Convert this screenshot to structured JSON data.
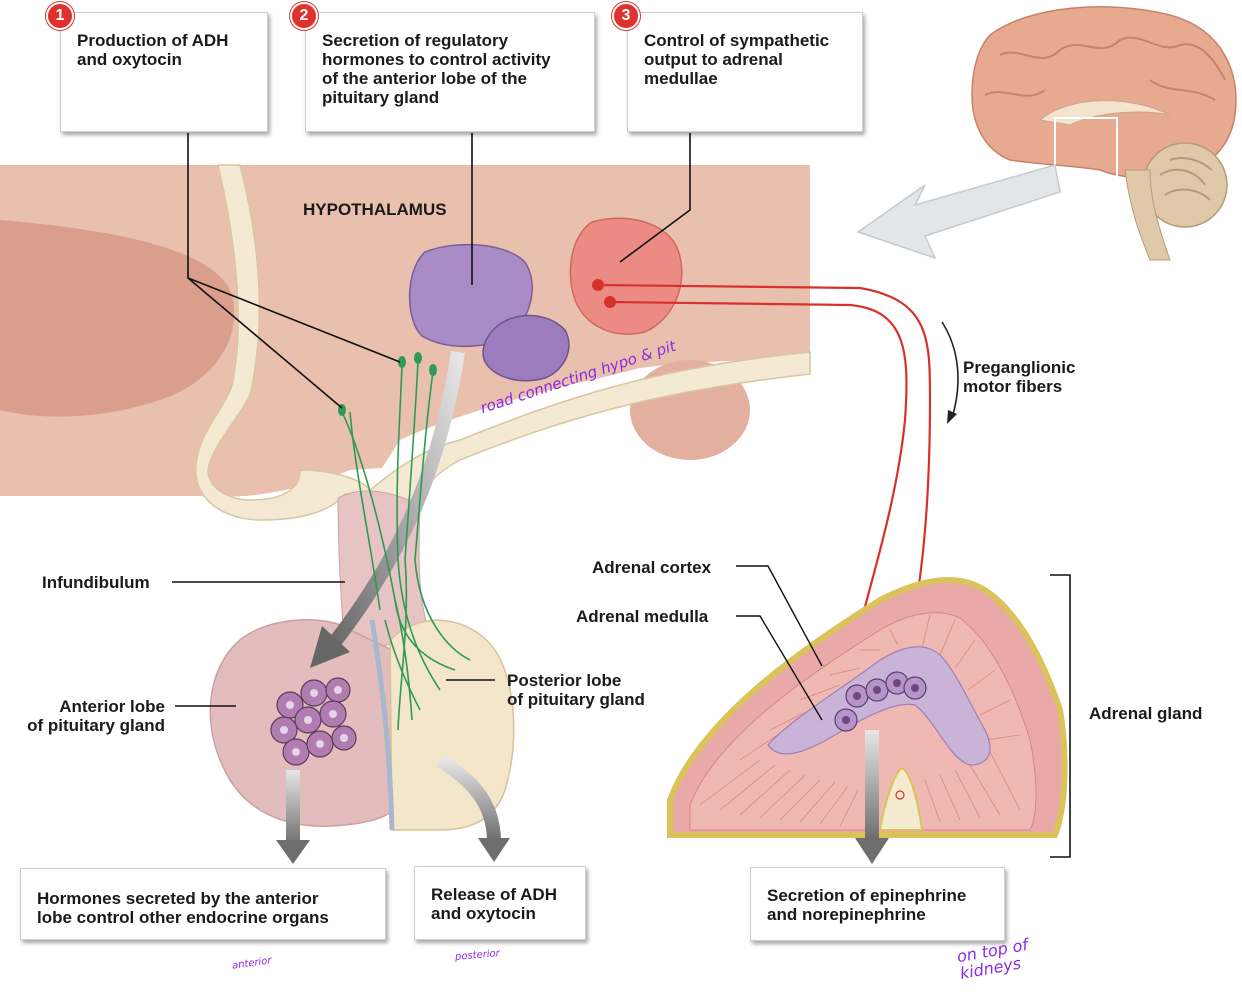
{
  "steps": [
    {
      "number": "1",
      "text": "Production of ADH\nand oxytocin"
    },
    {
      "number": "2",
      "text": "Secretion of regulatory\nhormones to control activity\nof the anterior lobe of the\npituitary gland"
    },
    {
      "number": "3",
      "text": "Control of sympathetic\noutput to adrenal\nmedullae"
    }
  ],
  "labels": {
    "hypothalamus": "HYPOTHALAMUS",
    "preganglionic": "Preganglionic\nmotor fibers",
    "infundibulum": "Infundibulum",
    "anterior_lobe": "Anterior lobe\nof pituitary gland",
    "posterior_lobe": "Posterior lobe\nof pituitary gland",
    "adrenal_cortex": "Adrenal cortex",
    "adrenal_medulla": "Adrenal medulla",
    "adrenal_gland": "Adrenal gland"
  },
  "outputs": {
    "anterior": "Hormones secreted by the anterior\nlobe control other endocrine organs",
    "posterior": "Release of ADH\nand oxytocin",
    "adrenal": "Secretion of epinephrine\nand norepinephrine"
  },
  "annotations": {
    "road": "road connecting hypo & pit",
    "anterior_note": "anterior",
    "posterior_note": "posterior",
    "kidneys_note": "on top of\nkidneys"
  },
  "colors": {
    "tissue": "#e9bfae",
    "neural": "#f4e9d3",
    "nucleus_purple": "#a98bc6",
    "nucleus_red": "#ec8b84",
    "fiber_green": "#2e9a55",
    "fiber_red": "#d7312b",
    "badge_red": "#e0322c",
    "handwriting": "#8a2be2"
  }
}
